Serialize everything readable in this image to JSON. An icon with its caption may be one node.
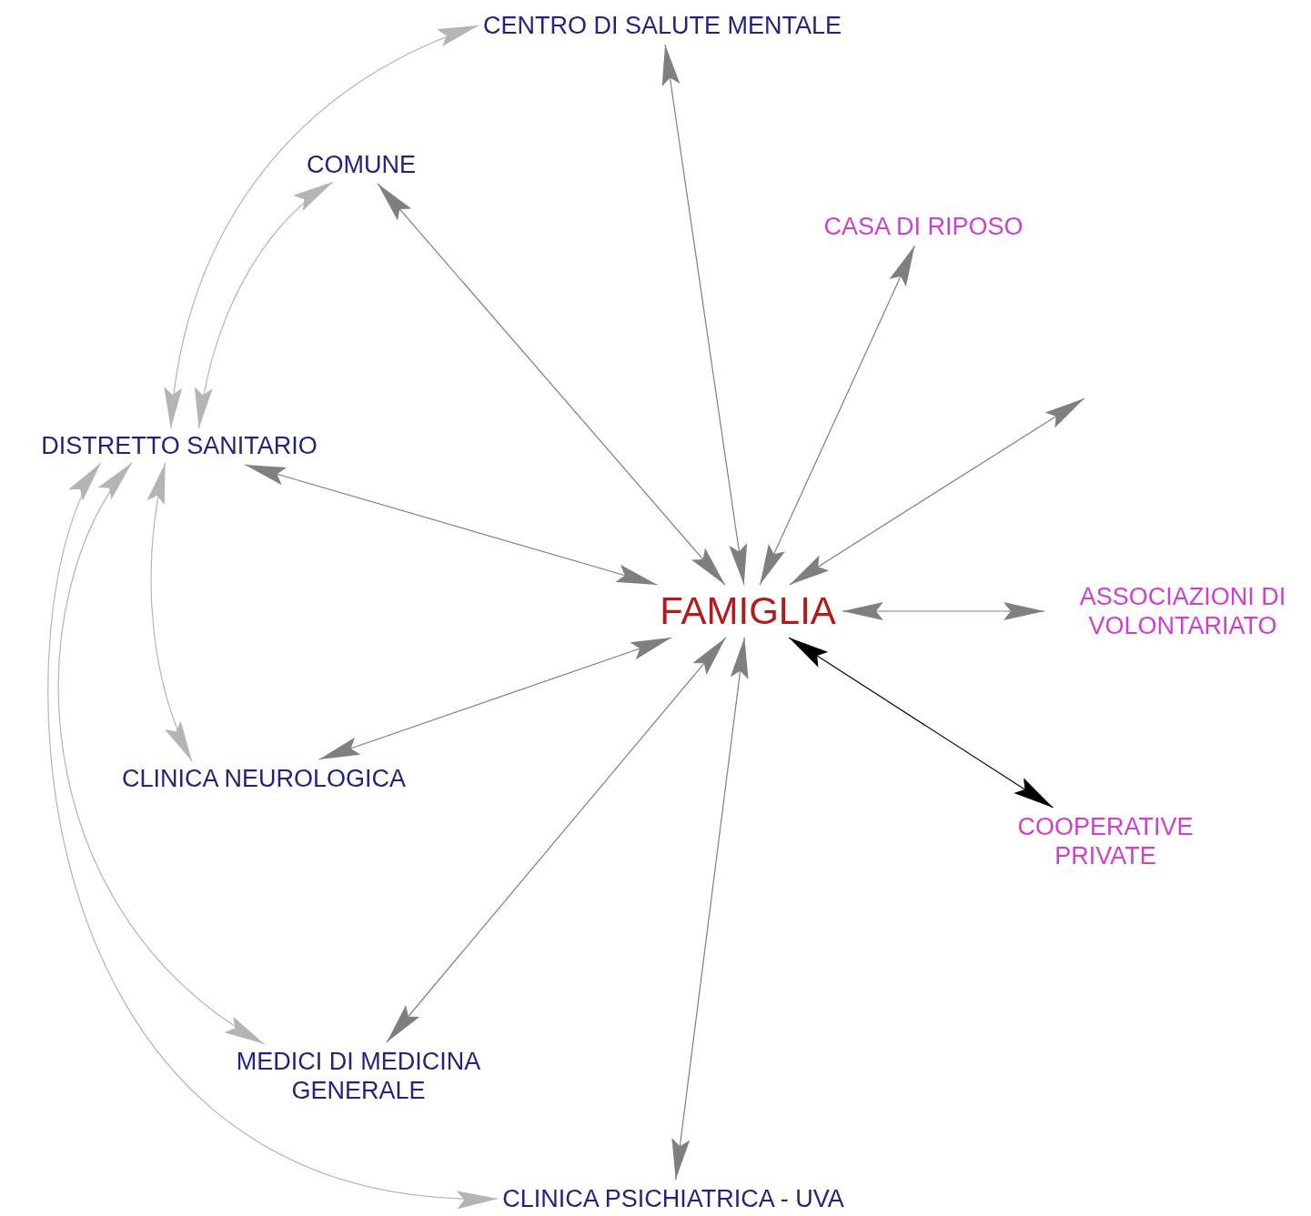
{
  "diagram": {
    "nodes": [
      {
        "text": [
          "CENTRO DI SALUTE MENTALE"
        ]
      },
      {
        "text": [
          "COMUNE"
        ]
      },
      {
        "text": [
          "CASA DI RIPOSO"
        ]
      },
      {
        "text": [
          "DISTRETTO SANITARIO"
        ]
      },
      {
        "text": [
          "FAMIGLIA"
        ]
      },
      {
        "text": [
          "ASSOCIAZIONI DI VOLONTARIATO"
        ]
      },
      {
        "text": [
          "CLINICA NEUROLOGICA"
        ]
      },
      {
        "text": [
          "COOPERATIVE PRIVATE"
        ]
      },
      {
        "text": [
          "MEDICI DI MEDICINA GENERALE"
        ]
      },
      {
        "text": [
          "CLINICA PSICHIATRICA - UVA"
        ]
      }
    ],
    "edges": [
      {
        "from": 4,
        "to": 0,
        "arrow": "both"
      },
      {
        "from": 4,
        "to": 1,
        "arrow": "both"
      },
      {
        "from": 4,
        "to": 2,
        "arrow": "both"
      },
      {
        "from": 4,
        "to": null,
        "arrow": "both"
      },
      {
        "from": 4,
        "to": 3,
        "arrow": "both"
      },
      {
        "from": 4,
        "to": 5,
        "arrow": "both"
      },
      {
        "from": 4,
        "to": 6,
        "arrow": "both"
      },
      {
        "from": 4,
        "to": 7,
        "arrow": "both",
        "color": "#000000"
      },
      {
        "from": 4,
        "to": 8,
        "arrow": "both"
      },
      {
        "from": 4,
        "to": 9,
        "arrow": "both"
      },
      {
        "from": 3,
        "to": 0,
        "arrow": "both",
        "color": "#b4b4b4"
      },
      {
        "from": 3,
        "to": 1,
        "arrow": "both",
        "color": "#b4b4b4"
      },
      {
        "from": 3,
        "to": 6,
        "arrow": "both",
        "color": "#b4b4b4"
      },
      {
        "from": 3,
        "to": 8,
        "arrow": "both",
        "color": "#b4b4b4"
      },
      {
        "from": 3,
        "to": 9,
        "arrow": "both",
        "color": "#b4b4b4"
      }
    ]
  }
}
